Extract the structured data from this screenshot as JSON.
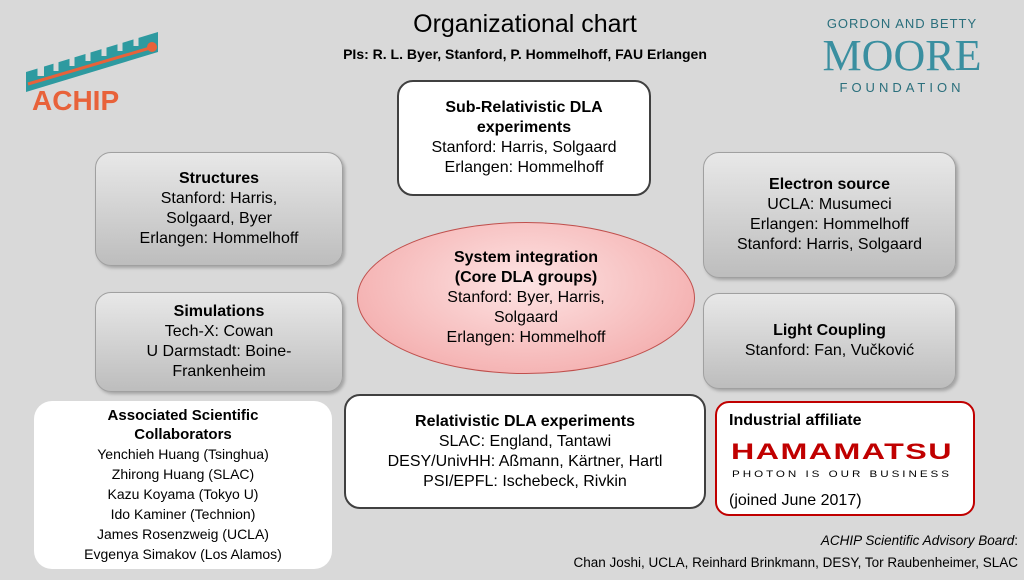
{
  "header": {
    "title": "Organizational chart",
    "subtitle": "PIs: R. L. Byer, Stanford, P. Hommelhoff, FAU Erlangen"
  },
  "logos": {
    "achip": "ACHIP",
    "moore": {
      "line1": "GORDON AND BETTY",
      "line2": "MOORE",
      "line3": "FOUNDATION"
    }
  },
  "boxes": {
    "sub_relativistic": {
      "title1": "Sub-Relativistic DLA",
      "title2": "experiments",
      "lines": [
        "Stanford: Harris, Solgaard",
        "Erlangen: Hommelhoff"
      ]
    },
    "structures": {
      "title": "Structures",
      "lines": [
        "Stanford: Harris,",
        "Solgaard, Byer",
        "Erlangen: Hommelhoff"
      ]
    },
    "electron_source": {
      "title": "Electron source",
      "lines": [
        "UCLA: Musumeci",
        "Erlangen: Hommelhoff",
        "Stanford: Harris, Solgaard"
      ]
    },
    "system_integration": {
      "title1": "System integration",
      "title2": "(Core DLA groups)",
      "lines": [
        "Stanford: Byer, Harris,",
        "Solgaard",
        "Erlangen: Hommelhoff"
      ]
    },
    "simulations": {
      "title": "Simulations",
      "lines": [
        "Tech-X: Cowan",
        "U Darmstadt: Boine-",
        "Frankenheim"
      ]
    },
    "light_coupling": {
      "title": "Light Coupling",
      "lines": [
        "Stanford: Fan, Vučković"
      ]
    },
    "relativistic": {
      "title": "Relativistic DLA experiments",
      "lines": [
        "SLAC: England, Tantawi",
        "DESY/UnivHH: Aßmann, Kärtner, Hartl",
        "PSI/EPFL: Ischebeck, Rivkin"
      ]
    },
    "collaborators": {
      "title1": "Associated Scientific",
      "title2": "Collaborators",
      "lines": [
        "Yenchieh Huang (Tsinghua)",
        "Zhirong Huang (SLAC)",
        "Kazu Koyama (Tokyo U)",
        "Ido Kaminer (Technion)",
        "James Rosenzweig (UCLA)",
        "Evgenya Simakov (Los Alamos)"
      ]
    },
    "industrial": {
      "title": "Industrial affiliate",
      "logo_word": "HAMAMATSU",
      "logo_tag": "PHOTON IS OUR BUSINESS",
      "joined": "(joined June 2017)"
    }
  },
  "advisory": {
    "label": "ACHIP Scientific Advisory Board",
    "colon": ":",
    "members": "Chan Joshi, UCLA, Reinhard Brinkmann, DESY, Tor Raubenheimer, SLAC"
  },
  "colors": {
    "background": "#d9d9d9",
    "achip_orange": "#e8623a",
    "achip_teal": "#2e9aa0",
    "moore_teal": "#3a8fa0",
    "hamamatsu_red": "#c00000",
    "ellipse_pink": "#f5b5b5"
  }
}
